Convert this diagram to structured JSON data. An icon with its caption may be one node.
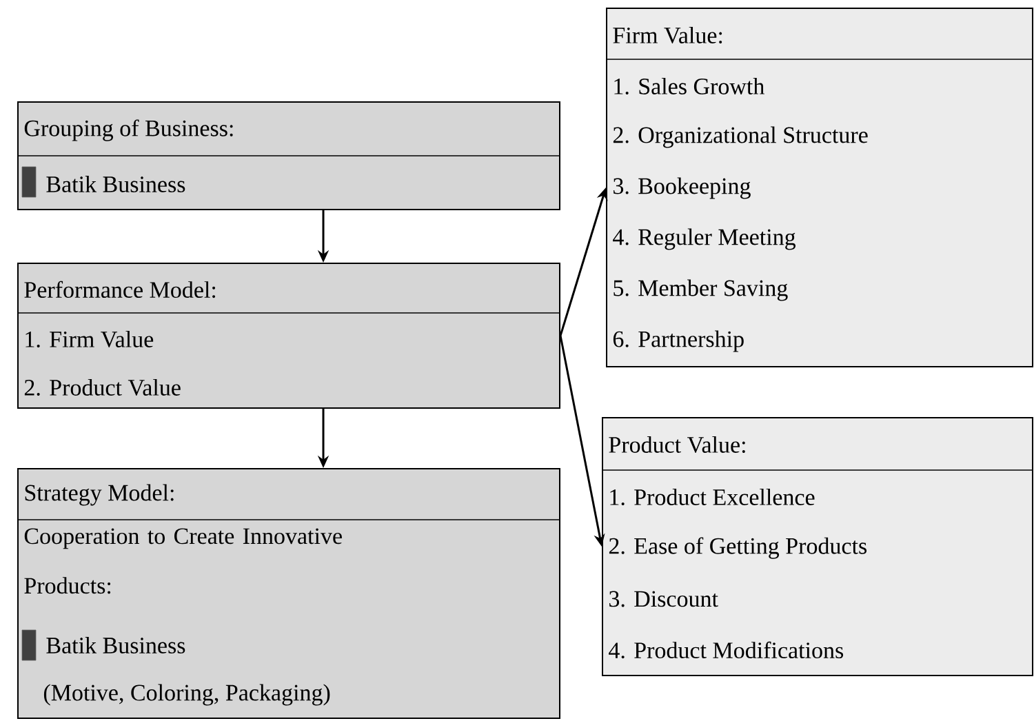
{
  "diagram": {
    "nodes": [
      {
        "text": [
          "Grouping of Business:",
          "Batik Business"
        ]
      },
      {
        "text": [
          "Performance Model:",
          "1. Firm Value",
          "2. Product Value"
        ]
      },
      {
        "text": [
          "Strategy Model:",
          "Cooperation to Create Innovative Products:",
          "Batik Business",
          "(Motive, Coloring, Packaging)"
        ]
      },
      {
        "text": [
          "Firm Value:",
          "1. Sales Growth",
          "2. Organizational Structure",
          "3. Bookeeping",
          "4. Reguler Meeting",
          "5. Member Saving",
          "6. Partnership"
        ]
      },
      {
        "text": [
          "Product Value:",
          "1. Product Excellence",
          "2. Ease of Getting Products",
          "3. Discount",
          "4. Product Modifications"
        ]
      }
    ],
    "edges": [
      {
        "from": 0,
        "to": 1,
        "arrow": "to"
      },
      {
        "from": 1,
        "to": 2,
        "arrow": "to"
      },
      {
        "from": 1,
        "to": 3,
        "arrow": "to"
      },
      {
        "from": 1,
        "to": 4,
        "arrow": "to"
      }
    ]
  }
}
